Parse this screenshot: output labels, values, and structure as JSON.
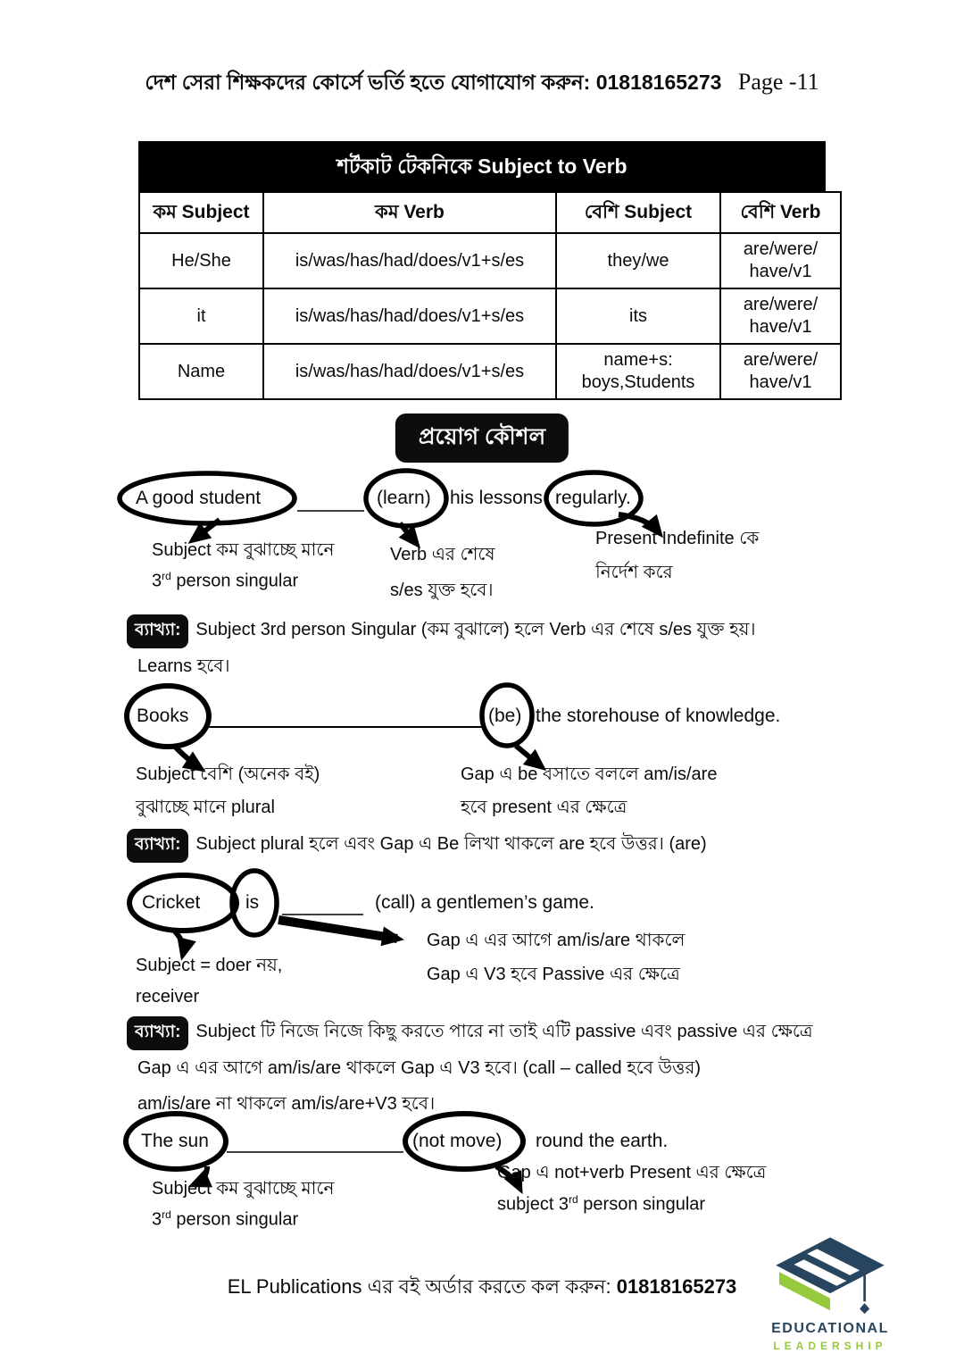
{
  "header": {
    "contact": "দেশ সেরা শিক্ষকদের কোর্সে ভর্তি হতে যোগাযোগ করুন: 01818165273",
    "page": "Page -11"
  },
  "table": {
    "title": "শর্টকাট টেকনিকে Subject to Verb",
    "columns": [
      "কম Subject",
      "কম Verb",
      "বেশি Subject",
      "বেশি Verb"
    ],
    "rows": [
      {
        "c1": "He/She",
        "c2": "is/was/has/had/does/v1+s/es",
        "c3": "they/we",
        "c4": "are/were/\nhave/v1"
      },
      {
        "c1": "it",
        "c2": "is/was/has/had/does/v1+s/es",
        "c3": "its",
        "c4": "are/were/\nhave/v1"
      },
      {
        "c1": "Name",
        "c2": "is/was/has/had/does/v1+s/es",
        "c3": "name+s:\nboys,Students",
        "c4": "are/were/\nhave/v1"
      }
    ]
  },
  "section_badge": "প্রয়োগ কৌশল",
  "explain_label": "ব্যাখ্যা:",
  "ex1": {
    "subject": "A good student",
    "verb": "(learn)",
    "middle": "his lessons",
    "end": "regularly.",
    "note_subject_l1": "Subject কম বুঝাচ্ছে মানে",
    "note_subject_l2_num": "3",
    "note_subject_l2_sup": "rd",
    "note_subject_l2_rest": " person singular",
    "note_verb_l1": "Verb এর শেষে",
    "note_verb_l2": "s/es যুক্ত হবে।",
    "note_end_l1": "Present Indefinite কে",
    "note_end_l2": "নির্দেশ করে",
    "explain_l1": "Subject 3rd person Singular (কম বুঝালে) হলে Verb এর শেষে s/es যুক্ত হয়।",
    "explain_l2": "Learns হবে।"
  },
  "ex2": {
    "subject": "Books",
    "verb": "(be)",
    "end": "the storehouse of knowledge.",
    "note_subject_l1": "Subject বেশি (অনেক বই)",
    "note_subject_l2": "বুঝাচ্ছে মানে plural",
    "note_gap_l1": "Gap এ  be বসাতে বললে  am/is/are",
    "note_gap_l2": "হবে  present এর ক্ষেত্রে",
    "explain": "Subject plural হলে এবং Gap এ Be লিখা থাকলে are হবে উত্তর। (are)"
  },
  "ex3": {
    "subject": "Cricket",
    "aux": "is",
    "rest": "(call) a gentlemen’s game.",
    "note_subject_l1": "Subject = doer নয়,",
    "note_subject_l2": "receiver",
    "note_gap_l1": "Gap এ  এর আগে  am/is/are থাকলে",
    "note_gap_l2": "Gap এ  V3 হবে  Passive এর ক্ষেত্রে",
    "explain_l1": "Subject টি নিজে নিজে কিছু করতে পারে না তাই এটি passive এবং passive এর ক্ষেত্রে",
    "explain_l2": "Gap এ এর আগে am/is/are থাকলে Gap এ V3  হবে। (call – called হবে উত্তর)",
    "explain_l3": "am/is/are না থাকলে am/is/are+V3 হবে।"
  },
  "ex4": {
    "subject": "The sun",
    "verb": "(not move)",
    "end": "round the earth.",
    "note_subject_l1": "Subject কম বুঝাচ্ছে মানে",
    "note_subject_l2_num": "3",
    "note_subject_l2_sup": "rd",
    "note_subject_l2_rest": " person singular",
    "note_gap_l1": "Gap এ  not+verb Present এর ক্ষেত্রে",
    "note_gap_l2_pre": "subject 3",
    "note_gap_l2_sup": "rd",
    "note_gap_l2_rest": " person singular"
  },
  "footer": {
    "order_text": "EL Publications এর বই অর্ডার করতে কল করুন: ",
    "phone": "01818165273"
  },
  "logo": {
    "line1": "EDUCATIONAL",
    "line2": "LEADERSHIP",
    "navy": "#27455e",
    "green": "#97c93d"
  }
}
